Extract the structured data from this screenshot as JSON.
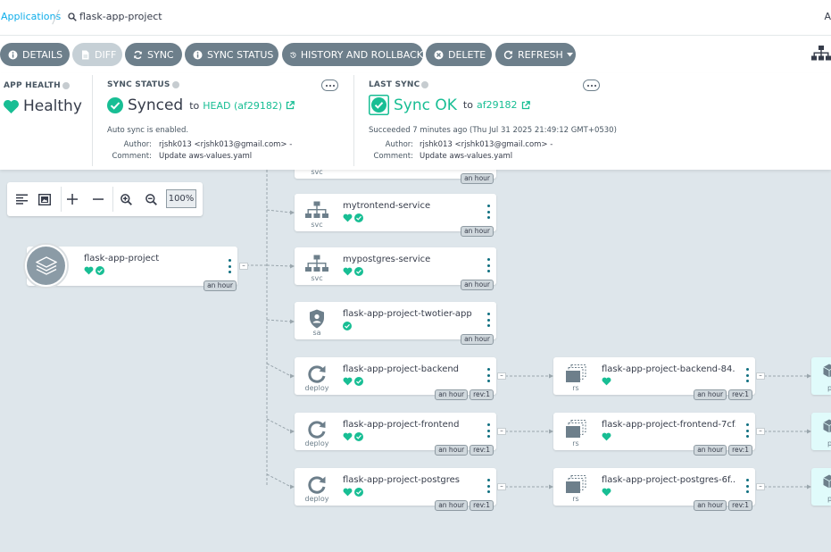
{
  "breadcrumb": {
    "root": "Applications",
    "current": "flask-app-project",
    "right_letter": "A"
  },
  "toolbar": {
    "details": "DETAILS",
    "diff": "DIFF",
    "sync": "SYNC",
    "sync_status": "SYNC STATUS",
    "history": "HISTORY AND ROLLBACK",
    "delete": "DELETE",
    "refresh": "REFRESH"
  },
  "app_health": {
    "title": "APP HEALTH",
    "value": "Healthy"
  },
  "sync_status": {
    "title": "SYNC STATUS",
    "value": "Synced",
    "to": "to",
    "revision": "HEAD (af29182)",
    "auto_sync": "Auto sync is enabled.",
    "author_label": "Author:",
    "author": "rjshk013 <rjshk013@gmail.com> -",
    "comment_label": "Comment:",
    "comment": "Update aws-values.yaml"
  },
  "last_sync": {
    "title": "LAST SYNC",
    "value": "Sync OK",
    "to": "to",
    "revision": "af29182",
    "succeeded": "Succeeded 7 minutes ago (Thu Jul 31 2025 21:49:12 GMT+0530)",
    "author_label": "Author:",
    "author": "rjshk013 <rjshk013@gmail.com> -",
    "comment_label": "Comment:",
    "comment": "Update aws-values.yaml"
  },
  "zoom": {
    "level": "100%"
  },
  "graph": {
    "app": {
      "name": "flask-app-project",
      "age": "an hour"
    },
    "top_partial": {
      "kind": "svc",
      "age": "an hour"
    },
    "nodes": [
      {
        "name": "mytrontend-service",
        "kind": "svc",
        "age": "an hour",
        "rev": ""
      },
      {
        "name": "mypostgres-service",
        "kind": "svc",
        "age": "an hour",
        "rev": ""
      },
      {
        "name": "flask-app-project-twotier-app",
        "kind": "sa",
        "age": "an hour",
        "rev": ""
      },
      {
        "name": "flask-app-project-backend",
        "kind": "deploy",
        "age": "an hour",
        "rev": "rev:1"
      },
      {
        "name": "flask-app-project-frontend",
        "kind": "deploy",
        "age": "an hour",
        "rev": "rev:1"
      },
      {
        "name": "flask-app-project-postgres",
        "kind": "deploy",
        "age": "an hour",
        "rev": "rev:1"
      }
    ],
    "replicasets": [
      {
        "name": "flask-app-project-backend-84...",
        "kind": "rs",
        "age": "an hour",
        "rev": "rev:1"
      },
      {
        "name": "flask-app-project-frontend-7cf...",
        "kind": "rs",
        "age": "an hour",
        "rev": "rev:1"
      },
      {
        "name": "flask-app-project-postgres-6f...",
        "kind": "rs",
        "age": "an hour",
        "rev": "rev:1"
      }
    ],
    "pod_kind": "p"
  },
  "colors": {
    "accent": "#0dadea",
    "healthy": "#18be94",
    "button": "#6d7f8b",
    "background": "#dee6eb"
  }
}
